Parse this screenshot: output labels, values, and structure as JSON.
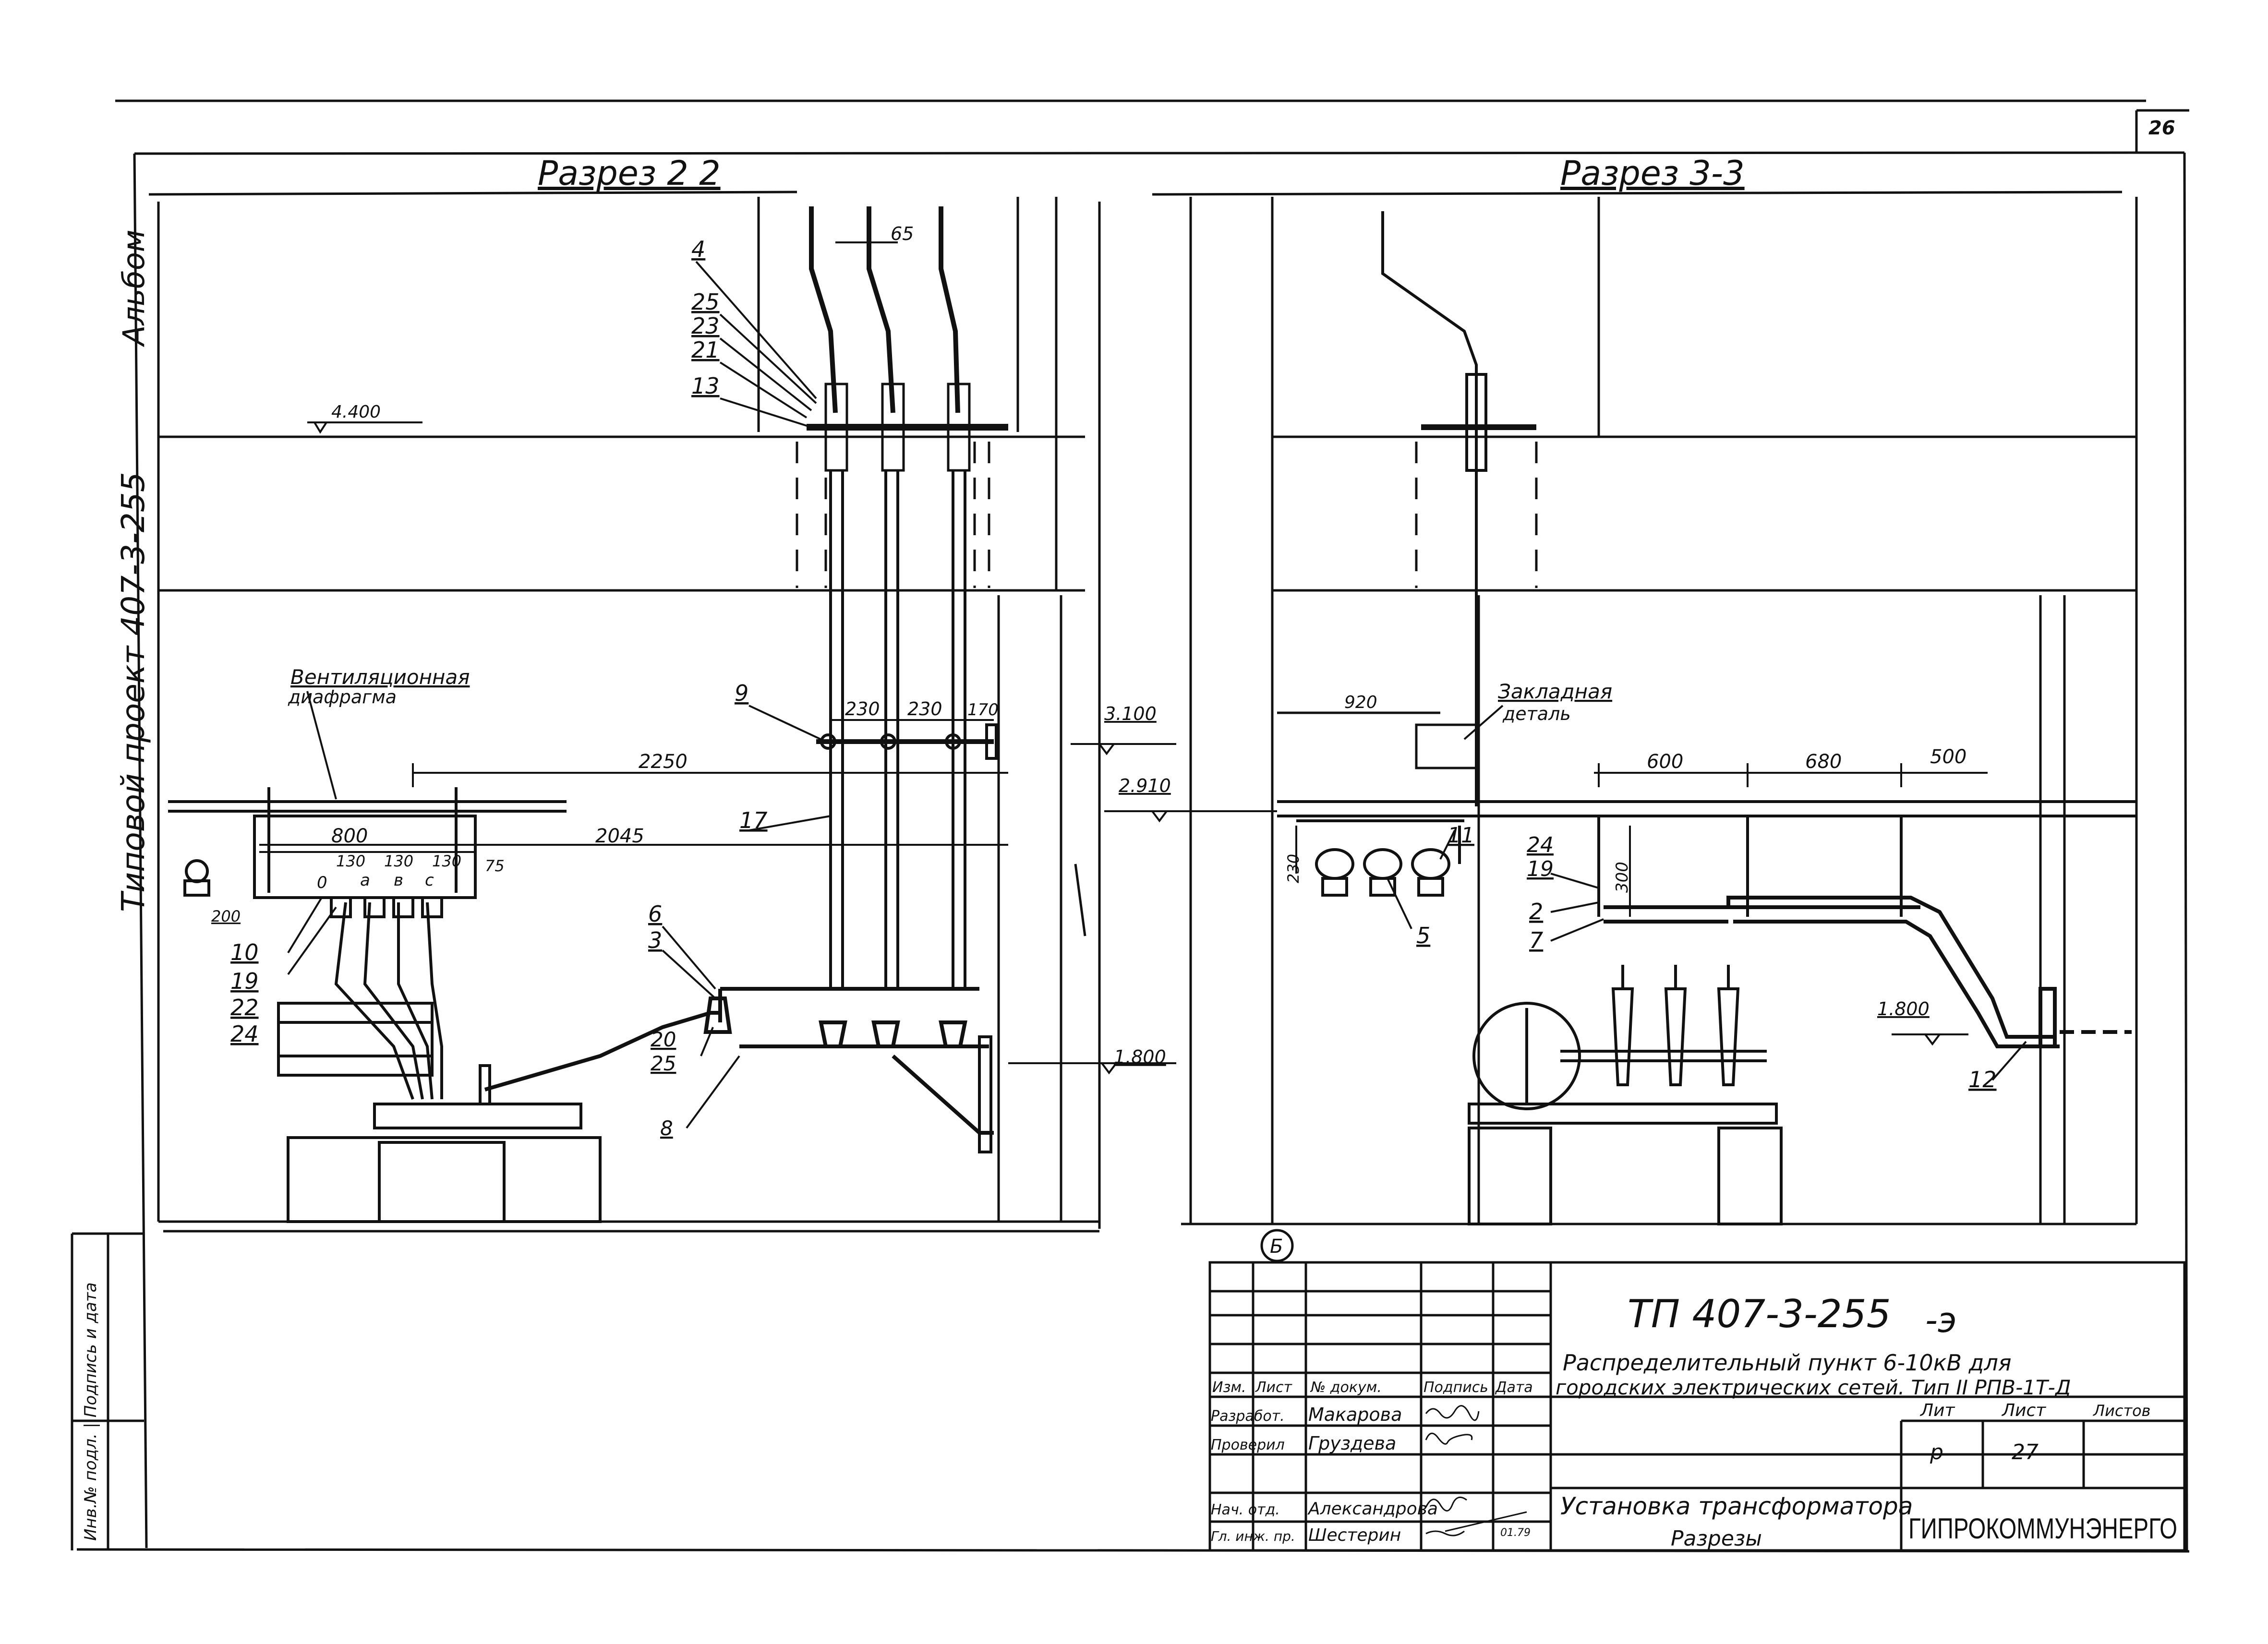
{
  "sheet": {
    "page_number": "26",
    "side_album": "Альбом",
    "side_project": "Типовой проект 407-3-255",
    "side_stamp": "Инв.№ подл. | Подпись и дата"
  },
  "section_2_2": {
    "title": "Разрез 2 2",
    "level_top": "4.400",
    "level_mid": "3.100",
    "level_low": "1.800",
    "vent_label_1": "Вентиляционная",
    "vent_label_2": "диафрагма",
    "dims": {
      "d65": "65",
      "d230a": "230",
      "d230b": "230",
      "d170": "170",
      "d2250": "2250",
      "d2045": "2045",
      "d800": "800",
      "d130a": "130",
      "d130b": "130",
      "d130c": "130",
      "d75": "75",
      "d200": "200"
    },
    "phases": [
      "0",
      "a",
      "в",
      "с"
    ],
    "callouts": [
      "4",
      "25",
      "23",
      "21",
      "13",
      "9",
      "17",
      "6",
      "3",
      "20",
      "25",
      "8",
      "10",
      "19",
      "22",
      "24"
    ]
  },
  "section_3_3": {
    "title": "Разрез 3-3",
    "embed_label_1": "Закладная",
    "embed_label_2": "деталь",
    "level_mid": "2.910",
    "level_low": "1.800",
    "dims": {
      "d920": "920",
      "d600": "600",
      "d680": "680",
      "d500": "500",
      "d230": "230",
      "d300": "300"
    },
    "callouts": [
      "11",
      "5",
      "24",
      "19",
      "2",
      "7",
      "12"
    ],
    "axis_marker": "Б"
  },
  "title_block": {
    "designation": "ТП 407-3-255",
    "suffix": "-э",
    "description_1": "Распределительный пункт 6-10кВ для",
    "description_2": "городских электрических сетей. Тип II РПВ-1Т-Д",
    "headers": [
      "Изм.",
      "Лист",
      "№ докум.",
      "Подпись",
      "Дата"
    ],
    "stage_headers": [
      "Лит",
      "Лист",
      "Листов"
    ],
    "stage_values": [
      "р",
      "27",
      ""
    ],
    "roles": [
      {
        "role": "Разработ.",
        "name": "Макарова"
      },
      {
        "role": "Проверил",
        "name": "Груздева"
      },
      {
        "role": "Нач. отд.",
        "name": "Александрова"
      },
      {
        "role": "Гл. инж. пр.",
        "name": "Шестерин"
      }
    ],
    "date_small": "01.79",
    "sheet_title_1": "Установка трансформатора",
    "sheet_title_2": "Разрезы",
    "org": "ГИПРОКОММУНЭНЕРГО"
  }
}
